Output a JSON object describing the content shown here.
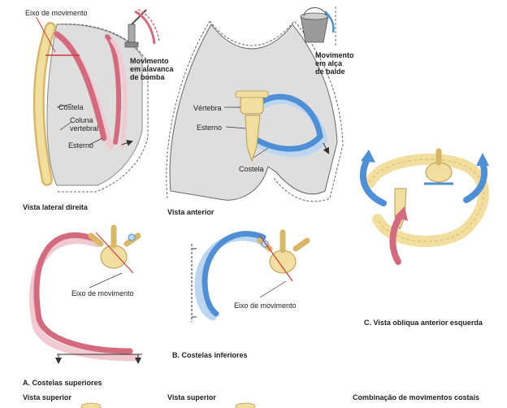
{
  "colors": {
    "rib_pink": "#d46a7e",
    "rib_pink_light": "#f1c9d1",
    "rib_blue": "#4f8fd6",
    "rib_blue_light": "#bcd6f1",
    "bone": "#f2dfa0",
    "bone_dark": "#d8b866",
    "lung_gray": "#dedede",
    "outline": "#555555"
  },
  "labels": {
    "eixo_top": "Eixo de movimento",
    "mov_bomba": "Movimento\nem alavanca\nde bomba",
    "mov_balde": "Movimento\nem alça\nde balde",
    "costela": "Costela",
    "coluna": "Coluna\nvertebral",
    "esterno_left": "Esterno",
    "vertebra": "Vértebra",
    "esterno_mid": "Esterno",
    "costela_mid": "Costela",
    "vista_lateral": "Vista lateral direita",
    "vista_anterior": "Vista anterior",
    "eixo_a": "Eixo de movimento",
    "eixo_b": "Eixo de movimento",
    "caption_a": "A. Costelas superiores",
    "caption_b": "B. Costelas inferiores",
    "caption_c": "C. Vista oblíqua anterior esquerda",
    "vista_sup_1": "Vista superior",
    "vista_sup_2": "Vista superior",
    "combinacao": "Combinação de movimentos costais"
  }
}
